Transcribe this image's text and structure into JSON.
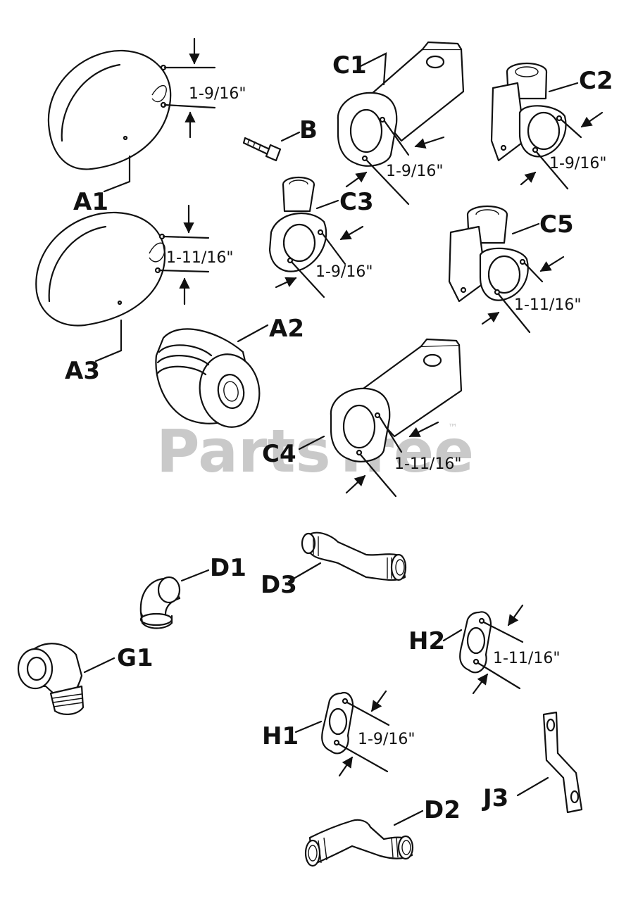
{
  "watermark": {
    "text": "PartsTree",
    "trademark": "™"
  },
  "parts": {
    "A1": {
      "label": "A1",
      "dimension": "1-9/16\""
    },
    "A2": {
      "label": "A2"
    },
    "A3": {
      "label": "A3",
      "dimension": "1-11/16\""
    },
    "B": {
      "label": "B"
    },
    "C1": {
      "label": "C1",
      "dimension": "1-9/16\""
    },
    "C2": {
      "label": "C2",
      "dimension": "1-9/16\""
    },
    "C3": {
      "label": "C3",
      "dimension": "1-9/16\""
    },
    "C4": {
      "label": "C4",
      "dimension": "1-11/16\""
    },
    "C5": {
      "label": "C5",
      "dimension": "1-11/16\""
    },
    "D1": {
      "label": "D1"
    },
    "D2": {
      "label": "D2"
    },
    "D3": {
      "label": "D3"
    },
    "G1": {
      "label": "G1"
    },
    "H1": {
      "label": "H1",
      "dimension": "1-9/16\""
    },
    "H2": {
      "label": "H2",
      "dimension": "1-11/16\""
    },
    "J3": {
      "label": "J3"
    }
  }
}
